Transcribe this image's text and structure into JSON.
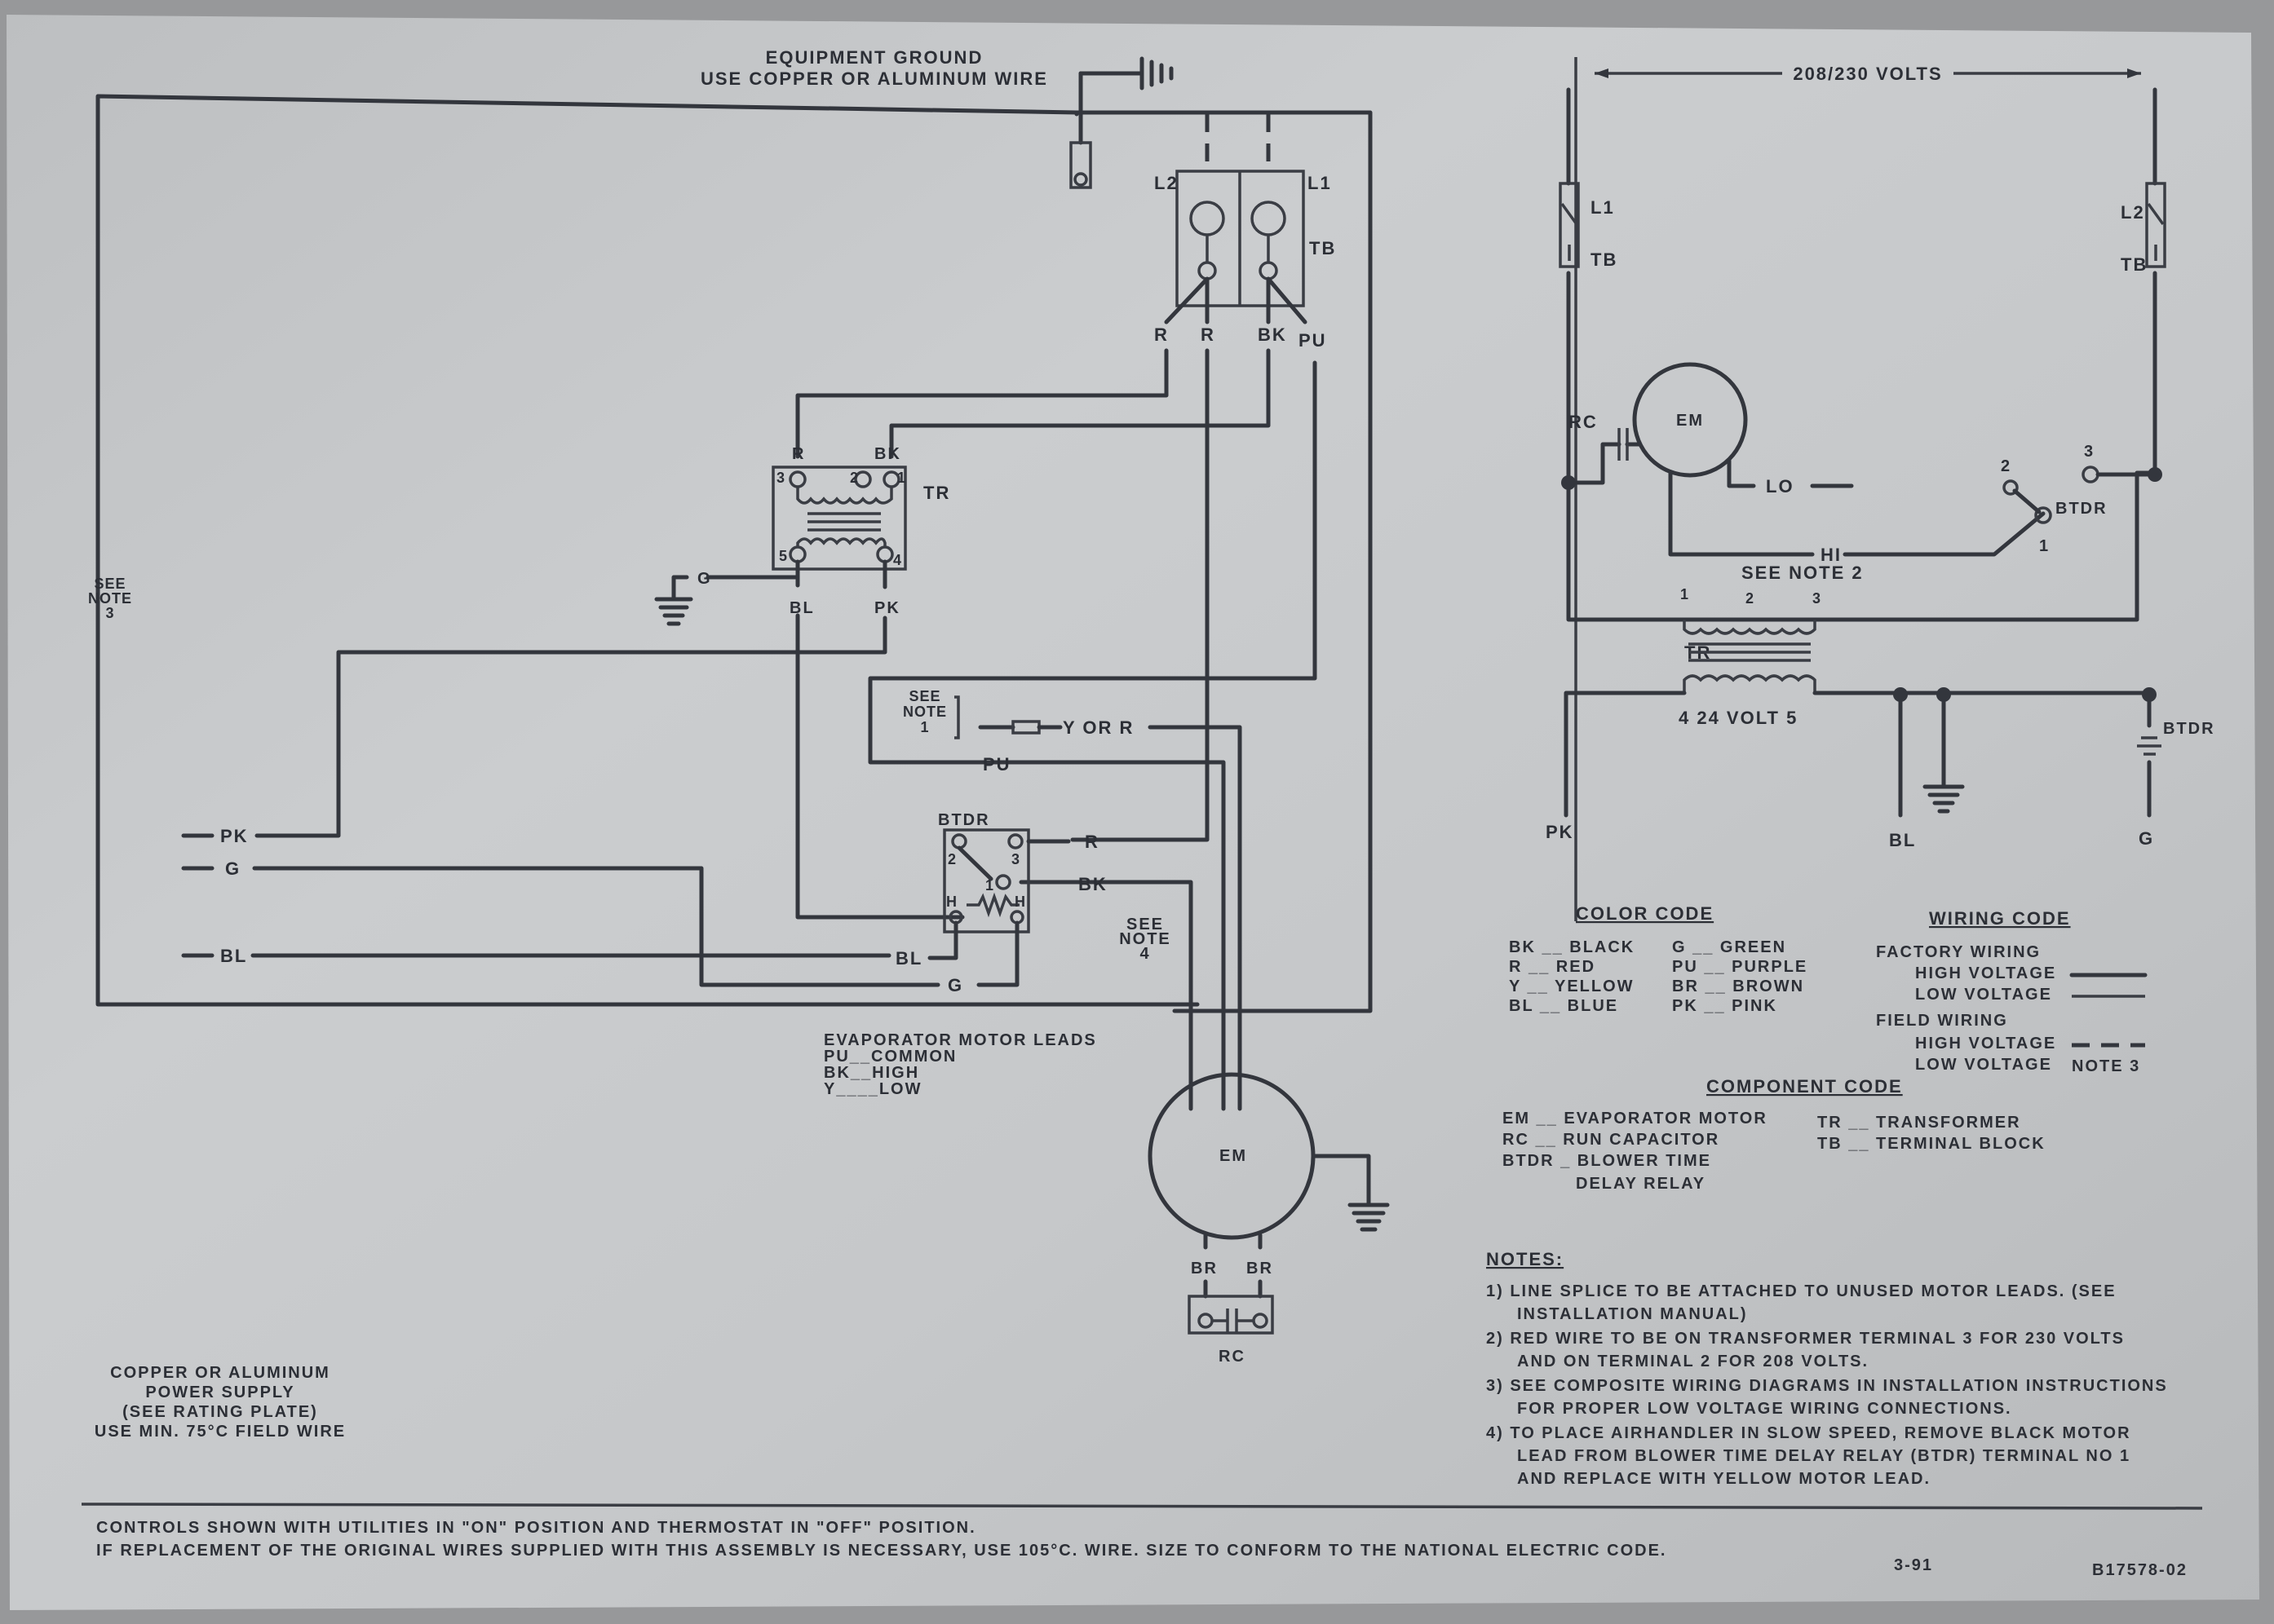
{
  "header": {
    "equipment_ground_1": "EQUIPMENT GROUND",
    "equipment_ground_2": "USE COPPER OR ALUMINUM WIRE",
    "voltage": "208/230 VOLTS"
  },
  "left_diagram": {
    "l2": "L2",
    "l1": "L1",
    "tb": "TB",
    "r1": "R",
    "r2": "R",
    "bk": "BK",
    "pu": "PU",
    "tr": "TR",
    "tr_r": "R",
    "tr_bk": "BK",
    "tr_bl": "BL",
    "tr_pk": "PK",
    "tr_g": "G",
    "t3": "3",
    "t2": "2",
    "t1": "1",
    "t5": "5",
    "t4": "4",
    "see_note_3": [
      "SEE",
      "NOTE",
      "3"
    ],
    "see_note_1": [
      "SEE",
      "NOTE",
      "1"
    ],
    "y_or_r": "Y OR R",
    "pu_label": "PU",
    "btdr": "BTDR",
    "btdr_r": "R",
    "btdr_bk": "BK",
    "btdr_bl": "BL",
    "btdr_g": "G",
    "btdr_2": "2",
    "btdr_3": "3",
    "btdr_1": "1",
    "btdr_h": "H",
    "field_pk": "PK",
    "field_g": "G",
    "field_bl": "BL",
    "see_note_4": [
      "SEE",
      "NOTE",
      "4"
    ],
    "em": "EM",
    "br1": "BR",
    "br2": "BR",
    "rc": "RC",
    "evap_leads": [
      "EVAPORATOR MOTOR LEADS",
      "PU__COMMON",
      "BK__HIGH",
      "Y____LOW"
    ],
    "power_supply": [
      "COPPER OR ALUMINUM",
      "POWER SUPPLY",
      "(SEE RATING PLATE)",
      "USE MIN. 75°C FIELD WIRE"
    ]
  },
  "right_diagram": {
    "l1": "L1",
    "tb1": "TB",
    "l2": "L2",
    "tb2": "TB",
    "rc": "RC",
    "em": "EM",
    "lo": "LO",
    "hi": "HI",
    "btdr": "BTDR",
    "n2": "2",
    "n3": "3",
    "n1": "1",
    "see_note_2": "SEE NOTE 2",
    "tr": "TR",
    "t1": "1",
    "t2": "2",
    "t3": "3",
    "volt": "4  24 VOLT 5",
    "pk": "PK",
    "bl": "BL",
    "g": "G",
    "btdr2": "BTDR"
  },
  "color_code": {
    "title": "COLOR CODE",
    "left": [
      "BK __ BLACK",
      "R __ RED",
      "Y __ YELLOW",
      "BL __ BLUE"
    ],
    "right": [
      "G __ GREEN",
      "PU __ PURPLE",
      "BR __ BROWN",
      "PK __ PINK"
    ]
  },
  "wiring_code": {
    "title": "WIRING CODE",
    "factory": "FACTORY WIRING",
    "hv": "HIGH VOLTAGE",
    "lv": "LOW VOLTAGE",
    "field": "FIELD WIRING",
    "fhv": "HIGH VOLTAGE",
    "flv": "LOW VOLTAGE",
    "note3": "NOTE 3"
  },
  "component_code": {
    "title": "COMPONENT CODE",
    "left": [
      "EM __ EVAPORATOR MOTOR",
      "RC __ RUN CAPACITOR",
      "BTDR _ BLOWER TIME",
      "DELAY RELAY"
    ],
    "right": [
      "TR __ TRANSFORMER",
      "TB __ TERMINAL BLOCK"
    ]
  },
  "notes": {
    "title": "NOTES:",
    "lines": [
      "1) LINE SPLICE TO BE ATTACHED TO UNUSED MOTOR LEADS. (SEE",
      "INSTALLATION MANUAL)",
      "2) RED WIRE TO BE ON TRANSFORMER TERMINAL 3 FOR 230 VOLTS",
      "AND ON TERMINAL 2 FOR 208 VOLTS.",
      "3) SEE COMPOSITE WIRING DIAGRAMS IN INSTALLATION INSTRUCTIONS",
      "FOR PROPER LOW VOLTAGE WIRING CONNECTIONS.",
      "4) TO PLACE AIRHANDLER IN SLOW SPEED, REMOVE BLACK MOTOR",
      "LEAD FROM BLOWER TIME DELAY RELAY (BTDR) TERMINAL NO 1",
      "AND REPLACE WITH YELLOW MOTOR LEAD."
    ]
  },
  "footer": {
    "line1": "CONTROLS SHOWN WITH UTILITIES IN \"ON\" POSITION AND THERMOSTAT IN \"OFF\" POSITION.",
    "line2": "IF REPLACEMENT OF THE ORIGINAL WIRES SUPPLIED WITH THIS ASSEMBLY IS NECESSARY, USE 105°C. WIRE.  SIZE TO CONFORM TO THE NATIONAL ELECTRIC CODE.",
    "date": "3-91",
    "part": "B17578-02"
  }
}
